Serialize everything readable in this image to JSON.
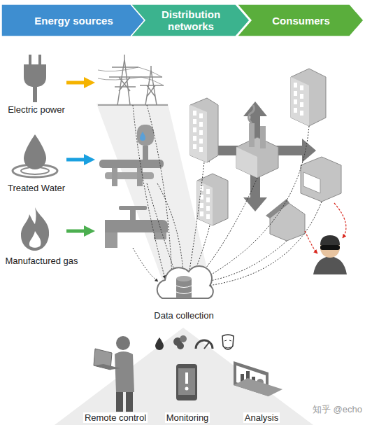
{
  "diagram": {
    "nodes": [
      {
        "text": [
          "Energy sources"
        ]
      },
      {
        "text": [
          "Distribution networks"
        ]
      },
      {
        "text": [
          "Consumers"
        ]
      },
      {
        "text": [
          "Electric power"
        ]
      },
      {
        "text": [
          "Treated Water"
        ]
      },
      {
        "text": [
          "Manufactured gas"
        ]
      },
      {
        "text": [
          "Data collection"
        ]
      },
      {
        "text": [
          "Remote control"
        ]
      },
      {
        "text": [
          "Monitoring"
        ]
      },
      {
        "text": [
          "Analysis"
        ]
      }
    ],
    "labels": [
      "知乎 @echo"
    ]
  }
}
